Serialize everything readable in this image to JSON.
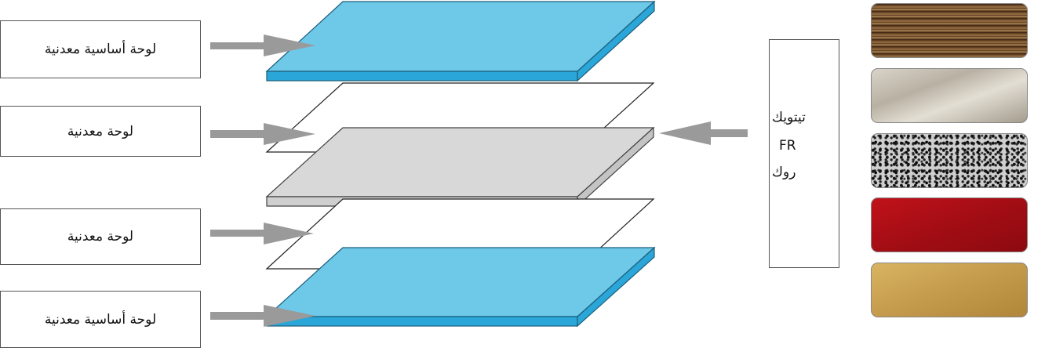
{
  "labels": {
    "layer1": "لوحة أساسية معدنية",
    "layer2": "لوحة معدنية",
    "layer3": "لوحة معدنية",
    "layer4": "لوحة أساسية معدنية"
  },
  "core": {
    "line1": "تيتويك",
    "line2": "FR",
    "line3": "روك"
  },
  "colors": {
    "blue_panel": "#6ec8e8",
    "blue_panel_side": "#2aa6d8",
    "core_panel": "#d8d8d8",
    "arrow": "#9a9a9a"
  },
  "swatches": [
    {
      "name": "wood-grain"
    },
    {
      "name": "brushed-silver"
    },
    {
      "name": "granite"
    },
    {
      "name": "red"
    },
    {
      "name": "gold"
    }
  ]
}
